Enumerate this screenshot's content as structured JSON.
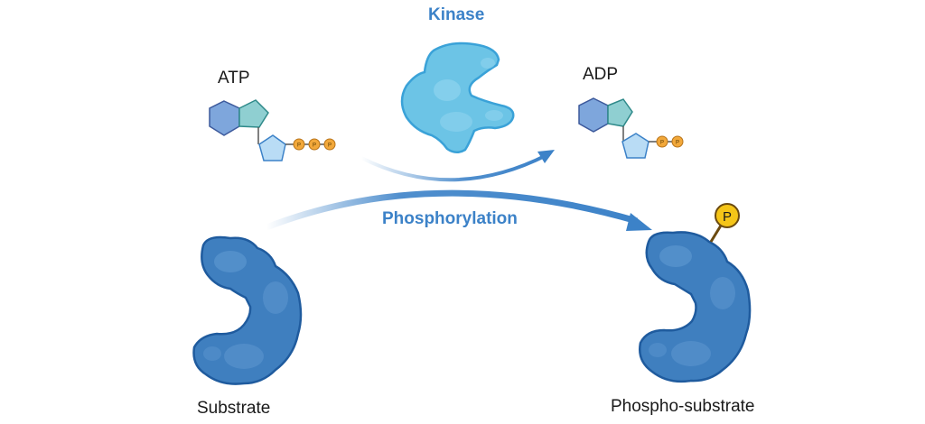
{
  "labels": {
    "kinase": "Kinase",
    "atp": "ATP",
    "adp": "ADP",
    "process": "Phosphorylation",
    "substrate": "Substrate",
    "product": "Phospho-substrate",
    "phosphate_symbol": "P"
  },
  "molecules": {
    "atp_phosphate_count": 3,
    "adp_phosphate_count": 2
  },
  "colors": {
    "accent_blue": "#3c82c8",
    "kinase_fill": "#6cc4e6",
    "substrate_fill": "#3f7fbf",
    "phosphate_fill": "#f5c518",
    "hexagon_fill": "#7ea6dc",
    "pentagon_fill": "#8fcfd1",
    "ribose_fill": "#b9dcf5",
    "small_phosphate_fill": "#f2a83a"
  }
}
